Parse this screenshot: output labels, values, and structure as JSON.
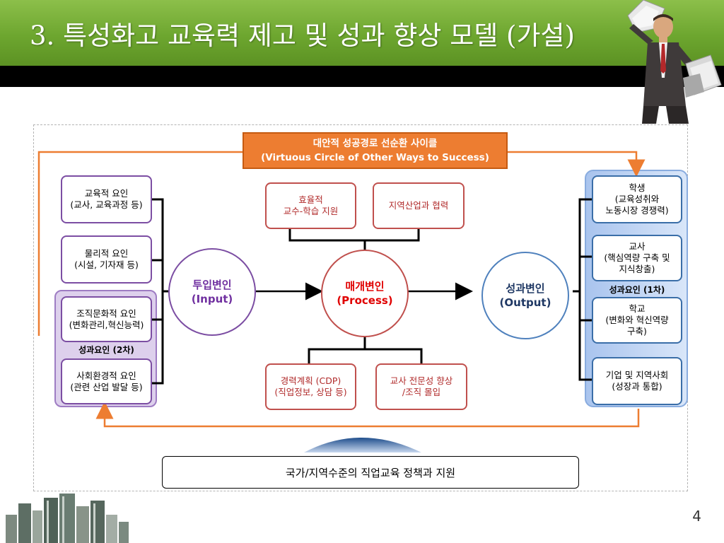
{
  "slide": {
    "title": "3. 특성화고 교육력 제고 및 성과 향상 모델 (가설)",
    "page_number": "4"
  },
  "cycle_box": {
    "line1": "대안적 성공경로 선순환 사이클",
    "line2": "(Virtuous Circle of Other Ways to Success)"
  },
  "input_factors": [
    {
      "line1": "교육적 요인",
      "line2": "(교사, 교육과정 등)"
    },
    {
      "line1": "물리적 요인",
      "line2": "(시설, 기자재 등)"
    },
    {
      "line1": "조직문화적 요인",
      "line2": "(변화관리,혁신능력)"
    },
    {
      "line1": "사회환경적 요인",
      "line2": "(관련 산업 발달 등)"
    }
  ],
  "left_group_label": "성과요인 (2차)",
  "process_top": [
    {
      "line1": "효율적",
      "line2": "교수-학습 지원"
    },
    {
      "line1": "지역산업과 협력",
      "line2": ""
    }
  ],
  "process_bottom": [
    {
      "line1": "경력계획 (CDP)",
      "line2": "(직업정보, 상담 등)"
    },
    {
      "line1": "교사 전문성 향상",
      "line2": "/조직 몰입"
    }
  ],
  "circles": {
    "input": {
      "line1": "투입변인",
      "line2": "(Input)"
    },
    "process": {
      "line1": "매개변인",
      "line2": "(Process)"
    },
    "output": {
      "line1": "성과변인",
      "line2": "(Output)"
    }
  },
  "outputs": [
    {
      "line1": "학생",
      "line2": "(교육성취와",
      "line3": "노동시장 경쟁력)"
    },
    {
      "line1": "교사",
      "line2": "(핵심역량 구축 및",
      "line3": "지식창출)"
    },
    {
      "line1": "학교",
      "line2": "(변화와 혁신역량",
      "line3": "구축)"
    },
    {
      "line1": "기업 및 지역사회",
      "line2": "(성장과 통합)",
      "line3": ""
    }
  ],
  "right_group_label": "성과요인 (1차)",
  "policy": "국가/지역수준의 직업교육 정책과 지원",
  "colors": {
    "header_green": "#6da62f",
    "orange": "#ed7d31",
    "purple": "#7c4ea3",
    "red": "#c0504d",
    "blue": "#3a6ea8",
    "process_text": "#e00000"
  }
}
